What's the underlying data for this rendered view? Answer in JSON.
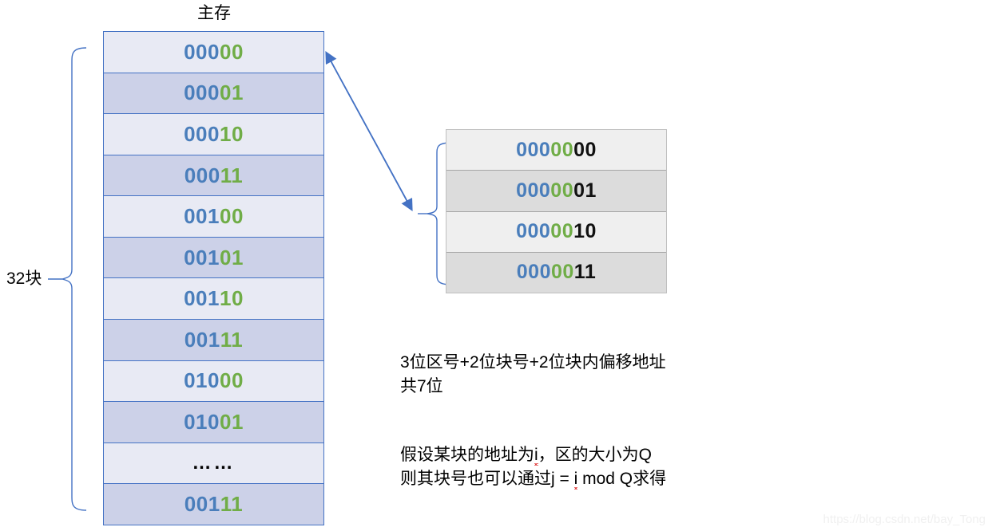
{
  "main_memory": {
    "title": "主存",
    "bracket_label": "32块",
    "rows": [
      {
        "blue": "000",
        "green": "00"
      },
      {
        "blue": "000",
        "green": "01"
      },
      {
        "blue": "000",
        "green": "10"
      },
      {
        "blue": "000",
        "green": "11"
      },
      {
        "blue": "001",
        "green": "00"
      },
      {
        "blue": "001",
        "green": "01"
      },
      {
        "blue": "001",
        "green": "10"
      },
      {
        "blue": "001",
        "green": "11"
      },
      {
        "blue": "010",
        "green": "00"
      },
      {
        "blue": "010",
        "green": "01"
      },
      {
        "dots": "……"
      },
      {
        "blue": "001",
        "green": "11"
      }
    ]
  },
  "block_table": {
    "rows": [
      {
        "blue": "000",
        "green": "00",
        "black": "00"
      },
      {
        "blue": "000",
        "green": "00",
        "black": "01"
      },
      {
        "blue": "000",
        "green": "00",
        "black": "10"
      },
      {
        "blue": "000",
        "green": "00",
        "black": "11"
      }
    ]
  },
  "notes": {
    "a_line1": "3位区号+2位块号+2位块内偏移地址",
    "a_line2": "共7位",
    "b_line1_pre": "假设某块的地址为",
    "b_line1_var": "i",
    "b_line1_post": "，区的大小为Q",
    "b_line2_pre": "则其块号也可以通过j = ",
    "b_line2_var": "i",
    "b_line2_post": " mod Q求得"
  },
  "watermark": "https://blog.csdn.net/bay_Tong",
  "colors": {
    "blue_digit": "#4a7ebb",
    "green_digit": "#70ad47",
    "black_digit": "#111111",
    "mem_row_light": "#e8eaf4",
    "mem_row_dark": "#ccd1e8",
    "mem_border": "#4472c4",
    "blk_row_light": "#efefef",
    "blk_row_dark": "#dcdcdc",
    "blk_border": "#a6a6a6",
    "spellcheck": "#e03b3b"
  }
}
